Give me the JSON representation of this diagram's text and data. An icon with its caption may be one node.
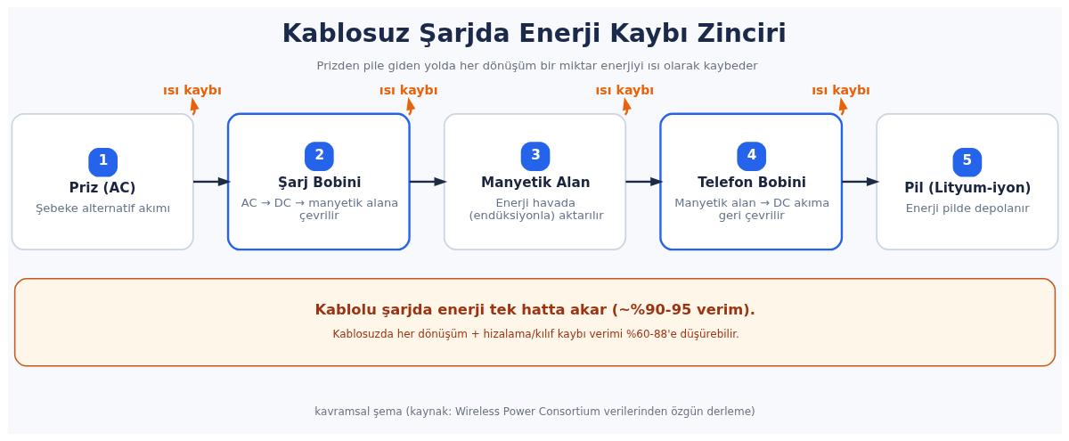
{
  "diagram": {
    "title": "Kablosuz Şarjda Enerji Kaybı Zinciri",
    "caption": "Prizden pile giden yolda her dönüşüm bir miktar enerjiyi ısı olarak kaybeder",
    "nodes": [
      {
        "text": [
          "1",
          "Priz (AC)",
          "Şebeke alternatif akımı"
        ]
      },
      {
        "text": [
          "ısı kaybı"
        ]
      },
      {
        "text": [
          "2",
          "Şarj Bobini",
          "AC → DC → manyetik alana çevrilir"
        ]
      },
      {
        "text": [
          "ısı kaybı"
        ]
      },
      {
        "text": [
          "3",
          "Manyetik Alan",
          "Enerji havada (endüksiyonla) aktarılır"
        ]
      },
      {
        "text": [
          "ısı kaybı"
        ]
      },
      {
        "text": [
          "4",
          "Telefon Bobini",
          "Manyetik alan → DC akıma geri çevrilir"
        ]
      },
      {
        "text": [
          "ısı kaybı"
        ]
      },
      {
        "text": [
          "5",
          "Pil (Lityum-iyon)",
          "Enerji pilde depolanır"
        ]
      },
      {
        "text": [
          "Kablolu şarjda enerji tek hatta akar (~%90-95 verim).",
          "Kablosuzda her dönüşüm + hizalama/kılıf kaybı verimi %60-88'e düşürebilir."
        ]
      }
    ],
    "edges": [
      {
        "from": 0,
        "to": 2,
        "arrow": "to"
      },
      {
        "from": 0,
        "to": 1,
        "arrow": "to",
        "color": "#e8620c"
      },
      {
        "from": 2,
        "to": 4,
        "arrow": "to"
      },
      {
        "from": 2,
        "to": 3,
        "arrow": "to",
        "color": "#e8620c"
      },
      {
        "from": 4,
        "to": 6,
        "arrow": "to"
      },
      {
        "from": 4,
        "to": 5,
        "arrow": "to",
        "color": "#e8620c"
      },
      {
        "from": 6,
        "to": 8,
        "arrow": "to"
      },
      {
        "from": 6,
        "to": 7,
        "arrow": "to",
        "color": "#e8620c"
      }
    ],
    "labels": [
      "kavramsal şema (kaynak: Wireless Power Consortium verilerinden özgün derleme)"
    ]
  }
}
